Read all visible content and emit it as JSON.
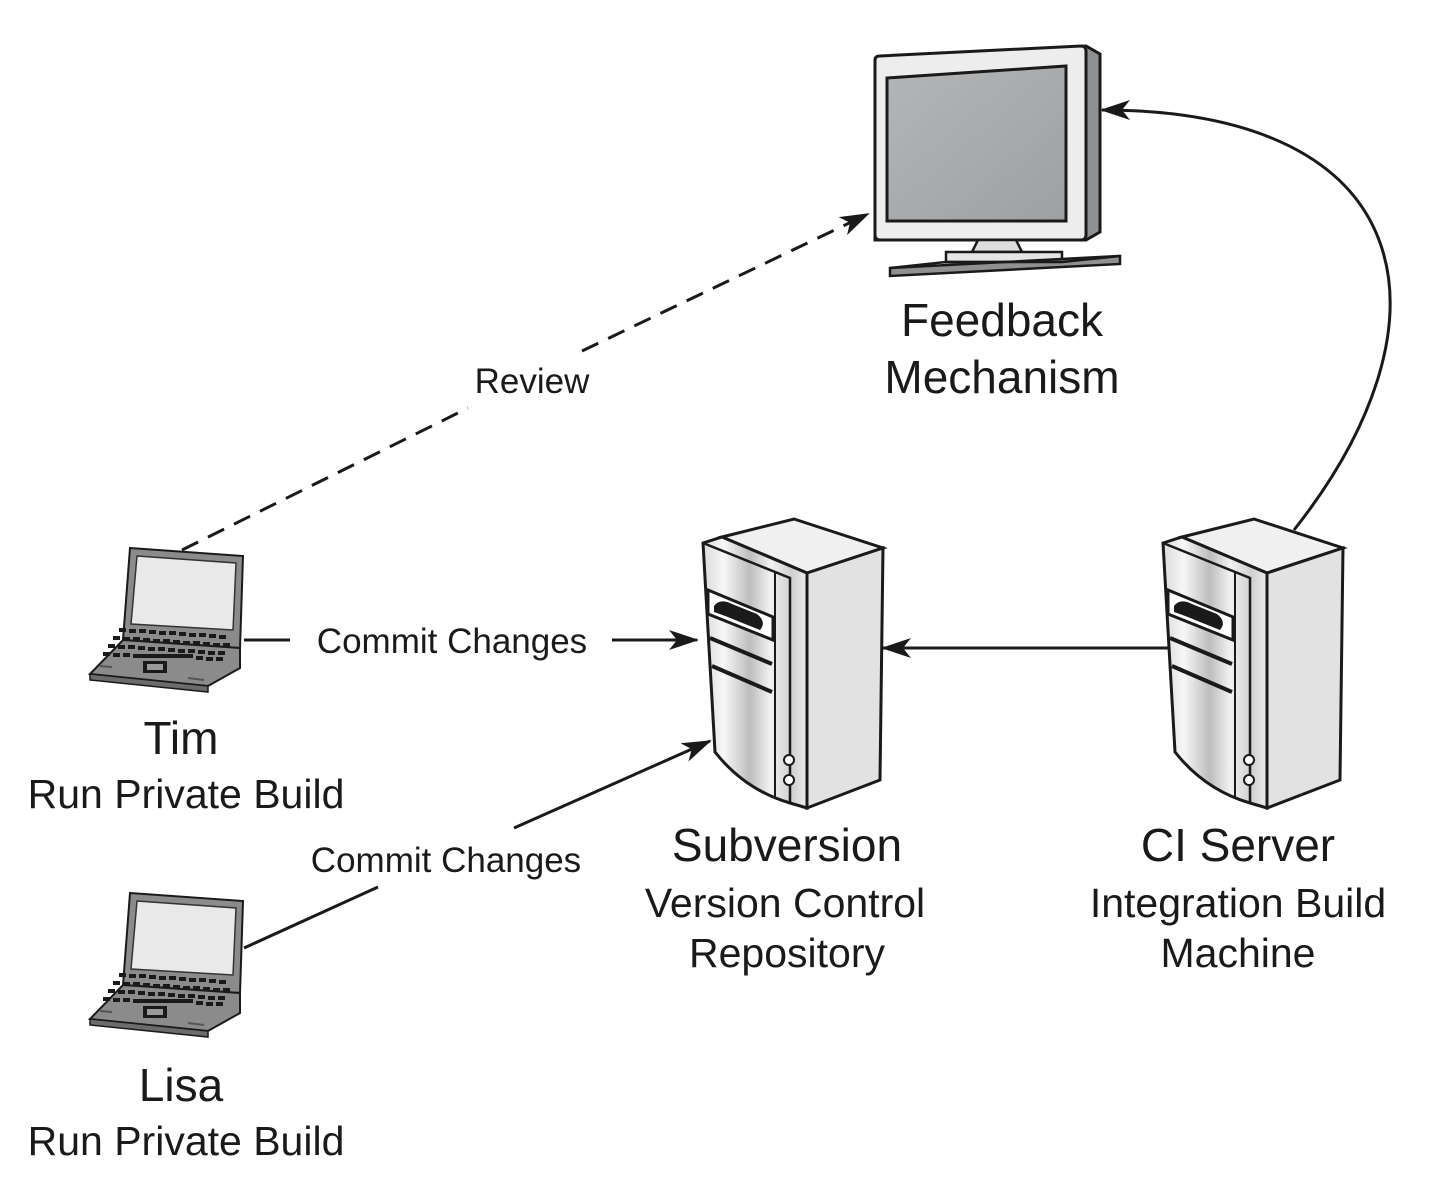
{
  "nodes": {
    "monitor": {
      "icon": "monitor-icon",
      "lines": [
        "Feedback",
        "Mechanism"
      ]
    },
    "tim": {
      "icon": "laptop-icon",
      "name": "Tim",
      "role": "Run Private Build"
    },
    "lisa": {
      "icon": "laptop-icon",
      "name": "Lisa",
      "role": "Run Private Build"
    },
    "repo": {
      "icon": "server-icon",
      "name": "Subversion",
      "lines": [
        "Version Control",
        "Repository"
      ]
    },
    "ci": {
      "icon": "server-icon",
      "name": "CI Server",
      "lines": [
        "Integration Build",
        "Machine"
      ]
    }
  },
  "edges": {
    "review": {
      "label": "Review",
      "from": "Tim",
      "to": "Feedback Mechanism",
      "style": "dashed"
    },
    "tim_commit": {
      "label": "Commit Changes",
      "from": "Tim",
      "to": "Subversion",
      "style": "solid"
    },
    "lisa_commit": {
      "label": "Commit Changes",
      "from": "Lisa",
      "to": "Subversion",
      "style": "solid"
    },
    "ci_repo": {
      "label": "",
      "from": "CI Server",
      "to": "Subversion",
      "style": "solid"
    },
    "ci_feedback": {
      "label": "",
      "from": "CI Server",
      "to": "Feedback Mechanism",
      "style": "solid"
    }
  },
  "colors": {
    "stroke": "#1a1a1a",
    "screen": "#a7a9ab",
    "bezel": "#ededed",
    "laptop_body": "#8b8b8b",
    "laptop_screen": "#e9e9e9",
    "server_side": "#e2e2e2"
  }
}
